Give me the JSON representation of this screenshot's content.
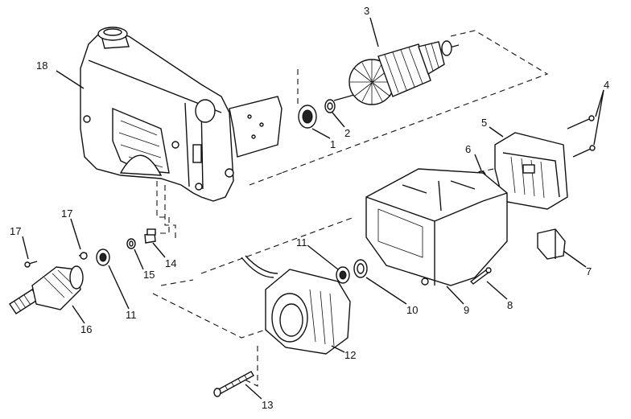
{
  "callouts": [
    {
      "id": "c1",
      "label": "1"
    },
    {
      "id": "c2",
      "label": "2"
    },
    {
      "id": "c3",
      "label": "3"
    },
    {
      "id": "c4",
      "label": "4"
    },
    {
      "id": "c5",
      "label": "5"
    },
    {
      "id": "c6",
      "label": "6"
    },
    {
      "id": "c7",
      "label": "7"
    },
    {
      "id": "c8",
      "label": "8"
    },
    {
      "id": "c9",
      "label": "9"
    },
    {
      "id": "c10",
      "label": "10"
    },
    {
      "id": "c11a",
      "label": "11"
    },
    {
      "id": "c11b",
      "label": "11"
    },
    {
      "id": "c12",
      "label": "12"
    },
    {
      "id": "c13",
      "label": "13"
    },
    {
      "id": "c14",
      "label": "14"
    },
    {
      "id": "c15",
      "label": "15"
    },
    {
      "id": "c16",
      "label": "16"
    },
    {
      "id": "c17a",
      "label": "17"
    },
    {
      "id": "c17b",
      "label": "17"
    },
    {
      "id": "c18",
      "label": "18"
    }
  ]
}
